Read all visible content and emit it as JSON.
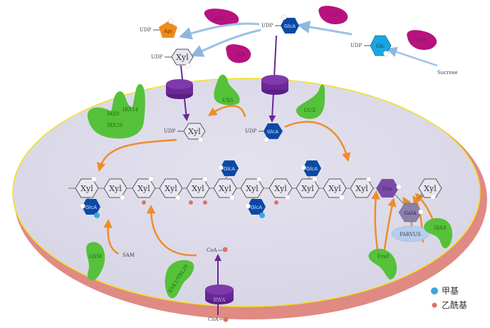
{
  "cytosol_substrates": {
    "udp": "UDP",
    "api": "Api",
    "xyl": "Xyl",
    "glca": "GlcA",
    "glc": "Glc",
    "sucrose": "Sucrose"
  },
  "cytosol_enzymes": {
    "axs": "AXS",
    "uxs_top": "UXS",
    "ugd": "UGD",
    "sus": "SUS"
  },
  "golgi_enzymes": {
    "irx9": "IRX9",
    "irx14": "IRX14",
    "irx10": "IRX10",
    "uxs": "UXS",
    "gux": "GUX",
    "gxm": "GXM",
    "esk1": "ESK1/TBL29",
    "rwa": "RWA",
    "fra8": "Fra8",
    "parvus": "PARVUS",
    "irx8": "IRX8"
  },
  "golgi_substrates": {
    "udp": "UDP",
    "xyl": "Xyl",
    "glca": "GlcA",
    "sam": "SAM",
    "coa": "CoA"
  },
  "chain": {
    "xyl": "Xyl",
    "glca": "GlcA",
    "rha": "Rha",
    "gala": "GalA"
  },
  "legend": {
    "methyl": "甲基",
    "acetyl": "乙酰基"
  },
  "colors": {
    "golgi_fill": "#dddbea",
    "golgi_rim": "#e09088",
    "membrane_line": "#f2e21c",
    "glca": "#0a4aa6",
    "glc": "#1aa6e0",
    "api": "#ef8a1c",
    "enzyme_green": "#56c13a",
    "enzyme_magenta": "#b8127e",
    "transporter": "#6a2898",
    "arrow_orange": "#ef8c2c",
    "arrow_blue": "#9cc2e6",
    "methyl": "#3aa6dc",
    "acetyl": "#e07066",
    "rha": "#7a4aa8",
    "gala": "#8a80ac",
    "parvus": "#b6cdee"
  }
}
